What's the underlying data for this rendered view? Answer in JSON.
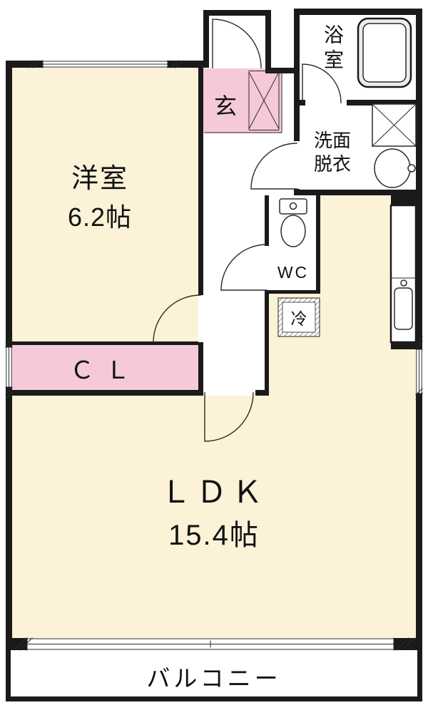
{
  "rooms": {
    "western": {
      "name": "洋室",
      "size": "6.2帖"
    },
    "ldk": {
      "name": "ＬＤＫ",
      "size": "15.4帖"
    },
    "closet": {
      "name": "ＣＬ"
    },
    "entrance": {
      "name": "玄"
    },
    "bath": {
      "name": "浴室"
    },
    "washroom": {
      "line1": "洗面",
      "line2": "脱衣"
    },
    "wc": {
      "name": "WC"
    },
    "fridge": {
      "name": "冷"
    },
    "balcony": {
      "name": "バルコニー"
    }
  },
  "icons": [
    "bathtub-icon",
    "washer-pan-icon",
    "washbasin-icon",
    "toilet-icon",
    "kitchen-counter-icon",
    "fridge-space-box",
    "folding-door-icon",
    "entrance-door-arc",
    "bath-door-arc",
    "washroom-door-arc",
    "wc-door-arc",
    "western-room-door-arc",
    "ldk-door-arc",
    "window-icon"
  ],
  "colors": {
    "wall": "#1a1a1a",
    "cream": "#FBF2D7",
    "pink": "#F5C9D9",
    "line": "#2b2b2b"
  }
}
